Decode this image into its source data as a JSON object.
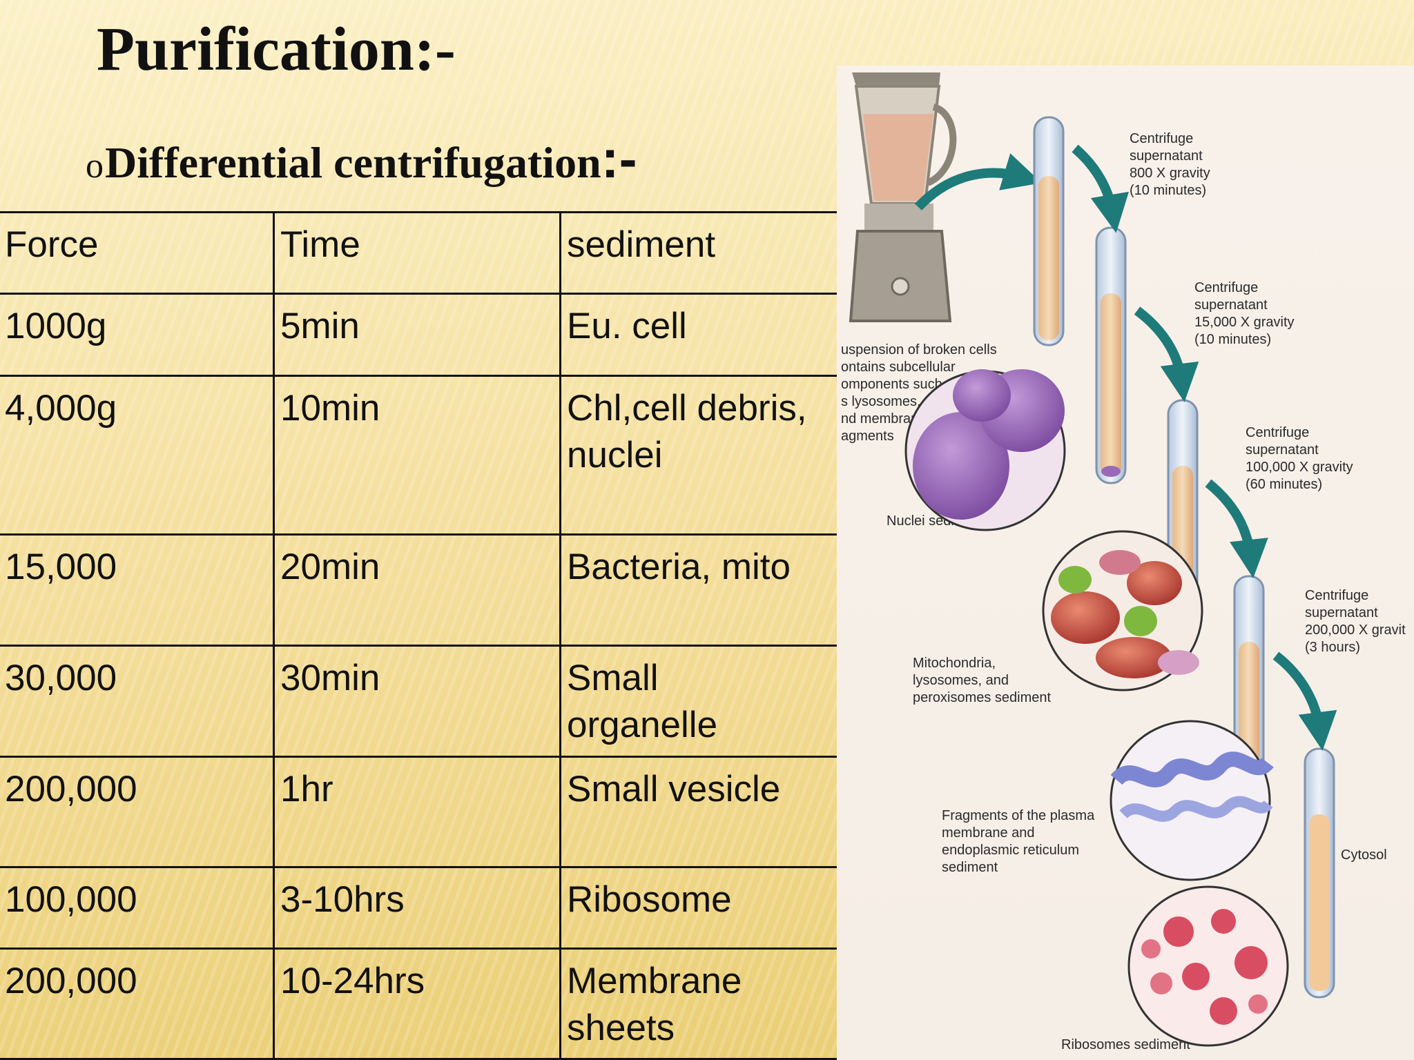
{
  "slide": {
    "title": "Purification:-",
    "subtitle": {
      "bullet": "o",
      "text": "Differential centrifugation",
      "suffix": ":-"
    }
  },
  "table": {
    "headers": [
      "Force",
      "Time",
      "sediment"
    ],
    "rows": [
      {
        "force": "1000g",
        "time": "5min",
        "sediment": [
          "Eu. cell"
        ]
      },
      {
        "force": "4,000g",
        "time": "10min",
        "sediment": [
          "Chl,cell debris,",
          "nuclei"
        ]
      },
      {
        "force": "15,000",
        "time": "20min",
        "sediment": [
          "Bacteria, mito"
        ]
      },
      {
        "force": "30,000",
        "time": "30min",
        "sediment": [
          "Small",
          "organelle"
        ]
      },
      {
        "force": "200,000",
        "time": "1hr",
        "sediment": [
          "Small vesicle"
        ]
      },
      {
        "force": "100,000",
        "time": "3-10hrs",
        "sediment": [
          "Ribosome"
        ]
      },
      {
        "force": "200,000",
        "time": "10-24hrs",
        "sediment": [
          "Membrane",
          "sheets"
        ]
      }
    ]
  },
  "figure": {
    "steps": [
      {
        "lines": [
          "Centrifuge",
          "supernatant",
          "800 X gravity",
          "(10 minutes)"
        ]
      },
      {
        "lines": [
          "Centrifuge",
          "supernatant",
          "15,000 X gravity",
          "(10 minutes)"
        ]
      },
      {
        "lines": [
          "Centrifuge",
          "supernatant",
          "100,000 X gravity",
          "(60 minutes)"
        ]
      },
      {
        "lines": [
          "Centrifuge",
          "supernatant",
          "200,000 X gravit",
          "(3 hours)"
        ]
      }
    ],
    "suspension_label": [
      "uspension of broken cells",
      "ontains subcellular",
      "omponents such",
      "s lysosomes,",
      "nd membrane",
      "agments"
    ],
    "nuclei_label": "Nuclei sediment",
    "mito_label": [
      "Mitochondria,",
      "lysosomes, and",
      "peroxisomes sediment"
    ],
    "plasma_label": [
      "Fragments of the plasma",
      "membrane and",
      "endoplasmic reticulum",
      "sediment"
    ],
    "cytosol_label": "Cytosol",
    "ribosome_label": "Ribosomes sediment",
    "colors": {
      "arrow": "#1e7b7a",
      "nucleus": "#8c5bb0",
      "mito_red": "#c0413a",
      "mito_green": "#7fb83f",
      "er": "#7d86d2",
      "ribosome": "#d84d62"
    }
  }
}
